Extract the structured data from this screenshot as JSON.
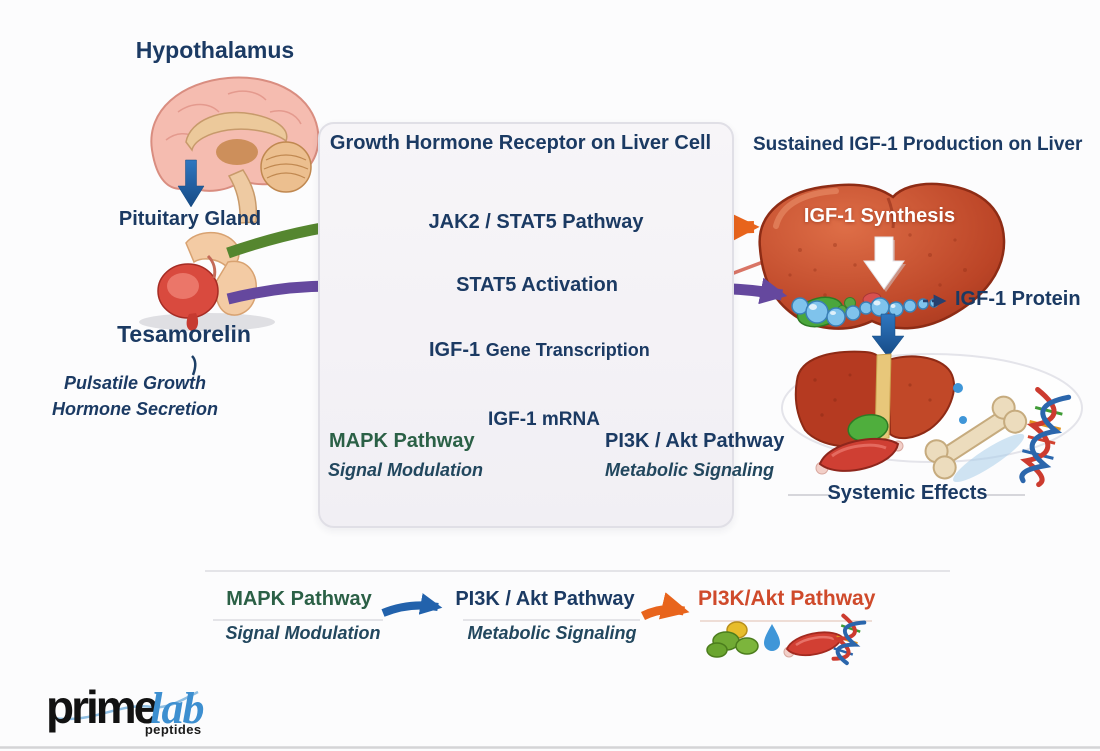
{
  "nodes": {
    "hypothalamus": "Hypothalamus",
    "pituitary_gland": "Pituitary Gland",
    "tesamorelin": "Tesamorelin",
    "pulsatile_line1": "Pulsatile Growth",
    "pulsatile_line2": "Hormone Secretion"
  },
  "receptor_box": {
    "title": "Growth Hormone Receptor on Liver Cell",
    "jak2_stat5_pathway": "JAK2 / STAT5 Pathway",
    "stat5_activation": "STAT5 Activation",
    "igf1_label": "IGF-1",
    "gene_transcription": "Gene Transcription",
    "igf1_mrna": "IGF-1 mRNA",
    "mapk_pathway": "MAPK Pathway",
    "signal_modulation": "Signal Modulation",
    "pi3k_akt_pathway": "PI3K / Akt Pathway",
    "metabolic_signaling": "Metabolic Signaling"
  },
  "liver_panel": {
    "title": "Sustained IGF-1 Production on Liver",
    "igf1_synthesis": "IGF-1 Synthesis",
    "igf1_protein": "IGF-1 Protein",
    "systemic_effects": "Systemic Effects"
  },
  "legend": {
    "mapk_pathway": "MAPK Pathway",
    "signal_modulation": "Signal Modulation",
    "pi3k_akt_pathway": "PI3K / Akt Pathway",
    "metabolic_signaling": "Metabolic Signaling",
    "pi3k_akt_highlight": "PI3K/Akt Pathway"
  },
  "logo": {
    "prime": "prime",
    "lab": "lab",
    "peptides": "peptides"
  },
  "colors": {
    "navy_text": "#1b3a63",
    "green_text": "#2b6046",
    "teal_italic_text": "#22475e",
    "white_text": "#ffffff",
    "legend_orange_text": "#cf4a2b",
    "arrow_blue": "#1d5fa6",
    "arrow_green": "#55862f",
    "arrow_purple": "#65489e",
    "arrow_orange": "#e8641c",
    "membrane_pink": "#f8cdbc",
    "liver_red": "#bc4527",
    "box_background": "#f4f2f6"
  },
  "icons": [
    "brain-illustration",
    "pituitary-illustration",
    "cell-membrane-illustration",
    "gh-receptor-icon",
    "dna-helix-icon",
    "green-vesicles-icon",
    "orange-vesicles-icon",
    "liver-illustration",
    "igf1-protein-bubbles-icon",
    "systemic-liver-icon",
    "muscle-icon",
    "bone-icon",
    "droplet-icon",
    "dna-icon",
    "white-down-arrow-icon",
    "blue-down-arrow-icon"
  ]
}
